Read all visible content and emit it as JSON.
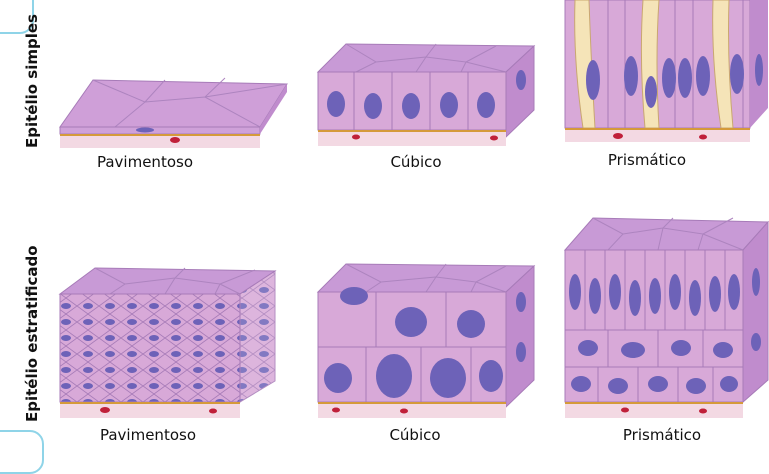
{
  "row_labels": {
    "simple": "Epitélio simples",
    "stratified": "Epitélio estratificado"
  },
  "captions": {
    "simple_squamous": "Pavimentoso",
    "simple_cuboidal": "Cúbico",
    "simple_columnar": "Prismático",
    "strat_squamous": "Pavimentoso",
    "strat_cuboidal": "Cúbico",
    "strat_columnar": "Prismático"
  },
  "colors": {
    "cell_face": "#d8a9d8",
    "cell_top": "#c89ad6",
    "cell_side": "#c08ccd",
    "nucleus": "#6d62b8",
    "basement": "#d59a3a",
    "connective": "#f3d9e3",
    "vessel": "#c0203a",
    "goblet": "#f5e4b8"
  }
}
